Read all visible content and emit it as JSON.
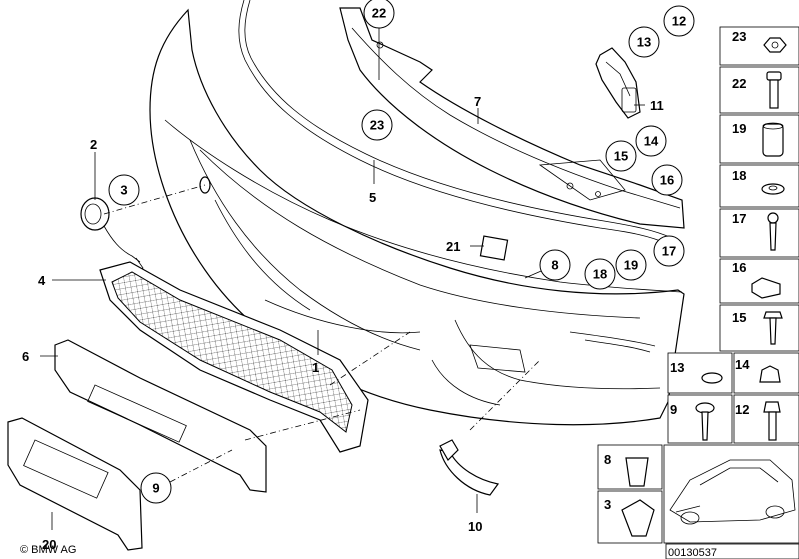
{
  "callouts": {
    "c1": "1",
    "c2": "2",
    "c3": "3",
    "c4": "4",
    "c5": "5",
    "c6": "6",
    "c7": "7",
    "c8": "8",
    "c9": "9",
    "c10": "10",
    "c11": "11",
    "c12": "12",
    "c13": "13",
    "c14": "14",
    "c15": "15",
    "c16": "16",
    "c17": "17",
    "c18": "18",
    "c19": "19",
    "c20": "20",
    "c21": "21",
    "c22": "22",
    "c23": "23"
  },
  "legend": {
    "p23": "23",
    "p22": "22",
    "p19": "19",
    "p18": "18",
    "p17": "17",
    "p16": "16",
    "p15": "15",
    "p13": "13",
    "p14": "14",
    "p9": "9",
    "p12": "12",
    "p8": "8",
    "p3": "3"
  },
  "footer": {
    "brand": "© BMW AG",
    "diagram_number": "00130537"
  }
}
